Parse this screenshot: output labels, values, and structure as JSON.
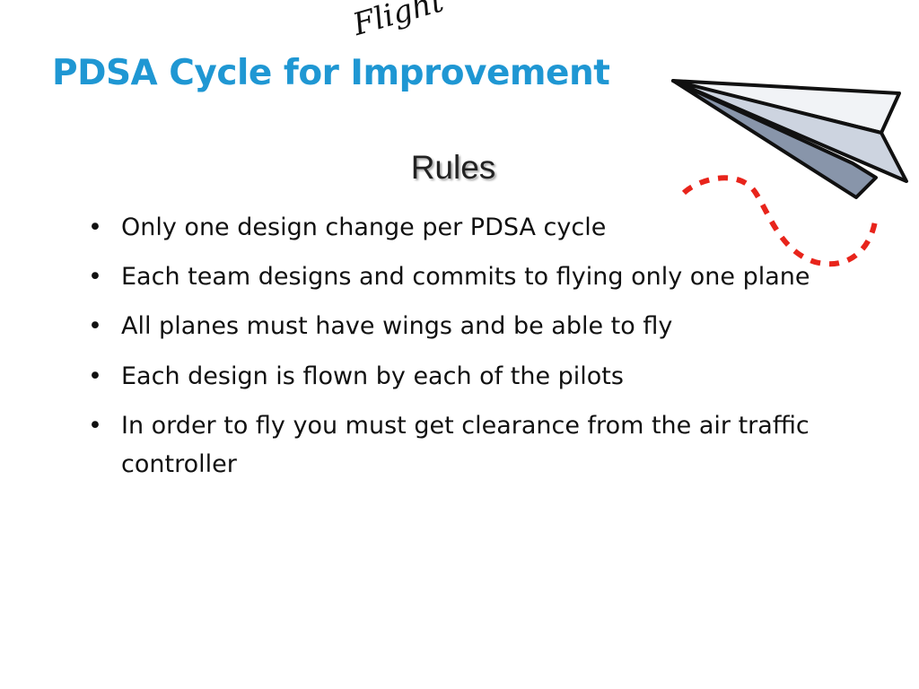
{
  "slide": {
    "title": "PDSA Cycle for Improvement",
    "inserted_word": "Flight",
    "subtitle": "Rules",
    "bullet_glyph": "•",
    "rules": [
      "Only one design change per PDSA cycle",
      "Each team designs and commits to flying only one plane",
      "All planes must have wings and be able to fly",
      "Each design is flown by each of the pilots",
      "In order to fly you must get clearance from the air traffic controller"
    ]
  },
  "decoration": {
    "icon": "paper-airplane-icon",
    "trail": "dotted-flight-path-icon",
    "title_color": "#1f97d3",
    "trail_color": "#e8241b"
  }
}
